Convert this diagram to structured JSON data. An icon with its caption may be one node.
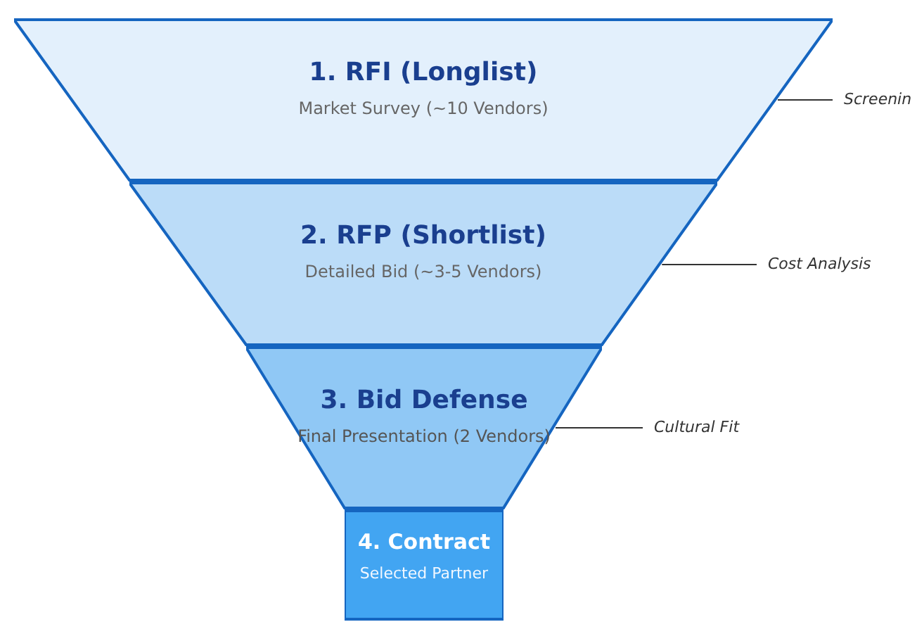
{
  "diagram": {
    "nodes": [
      {
        "text": [
          "1. RFI (Longlist)",
          "Market Survey (~10 Vendors)"
        ]
      },
      {
        "text": [
          "2. RFP (Shortlist)",
          "Detailed Bid (~3-5 Vendors)"
        ]
      },
      {
        "text": [
          "3. Bid Defense",
          "Final Presentation (2 Vendors)"
        ]
      },
      {
        "text": [
          "4. Contract",
          "Selected Partner"
        ]
      },
      {
        "text": [
          "Screenin"
        ]
      },
      {
        "text": [
          "Cost Analysis"
        ]
      },
      {
        "text": [
          "Cultural Fit"
        ]
      }
    ],
    "edges": [
      {
        "from": 4,
        "to": 0,
        "arrow": "none"
      },
      {
        "from": 5,
        "to": 1,
        "arrow": "none"
      },
      {
        "from": 6,
        "to": 2,
        "arrow": "none"
      }
    ]
  }
}
